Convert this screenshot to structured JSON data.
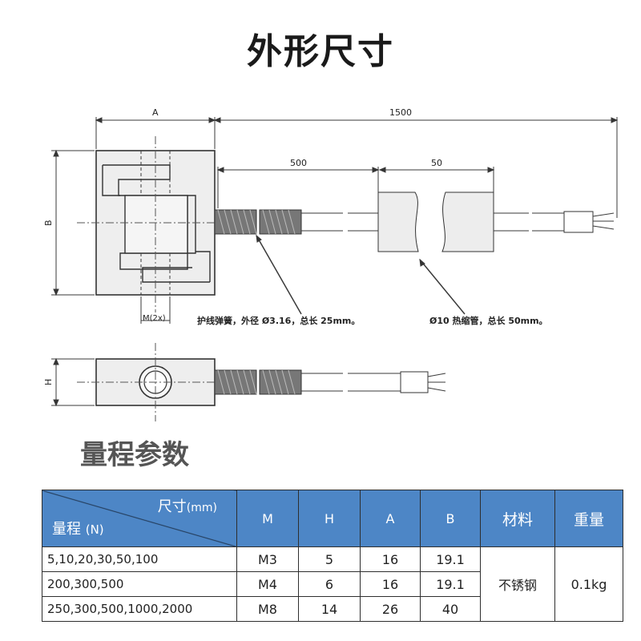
{
  "title": "外形尺寸",
  "drawing": {
    "dim_A": "A",
    "dim_B": "B",
    "dim_H": "H",
    "dim_1500": "1500",
    "dim_500": "500",
    "dim_50": "50",
    "thread_label": "M(2x)",
    "note_spring": "护线弹簧，外径 Ø3.16，总长 25mm。",
    "note_sleeve": "Ø10 热缩管，总长 50mm。"
  },
  "section_title": "量程参数",
  "table": {
    "header_dim": "尺寸",
    "header_dim_unit": "(mm)",
    "header_range": "量程",
    "header_range_unit": "(N)",
    "columns": [
      "M",
      "H",
      "A",
      "B",
      "材料",
      "重量"
    ],
    "rows": [
      {
        "range": "5,10,20,30,50,100",
        "M": "M3",
        "H": "5",
        "A": "16",
        "B": "19.1"
      },
      {
        "range": "200,300,500",
        "M": "M4",
        "H": "6",
        "A": "16",
        "B": "19.1"
      },
      {
        "range": "250,300,500,1000,2000",
        "M": "M8",
        "H": "14",
        "A": "26",
        "B": "40"
      }
    ],
    "material": "不锈钢",
    "weight": "0.1kg"
  }
}
